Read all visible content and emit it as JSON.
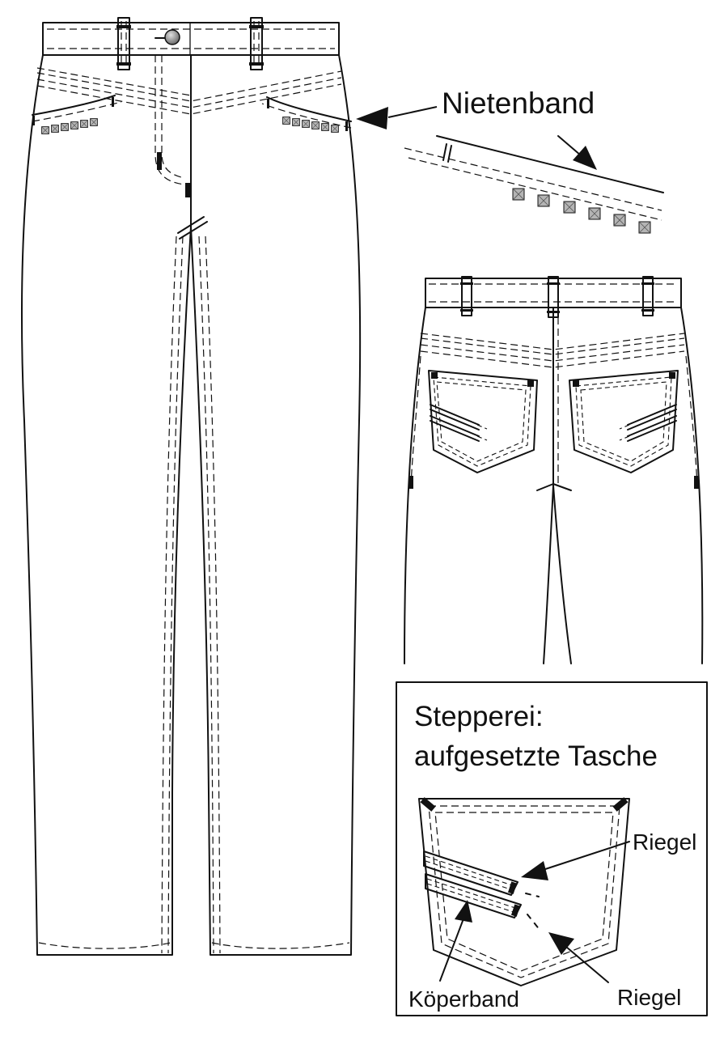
{
  "labels": {
    "rivet_tape": "Nietenband",
    "inset_title_line1": "Stepperei:",
    "inset_title_line2": "aufgesetzte Tasche",
    "bartack_top": "Riegel",
    "bartack_bottom": "Riegel",
    "twill_tape": "Köperband"
  },
  "colors": {
    "line": "#111111",
    "rivet_fill": "#b4b4b4",
    "button_fill": "#8a8a8a",
    "background": "#ffffff"
  }
}
